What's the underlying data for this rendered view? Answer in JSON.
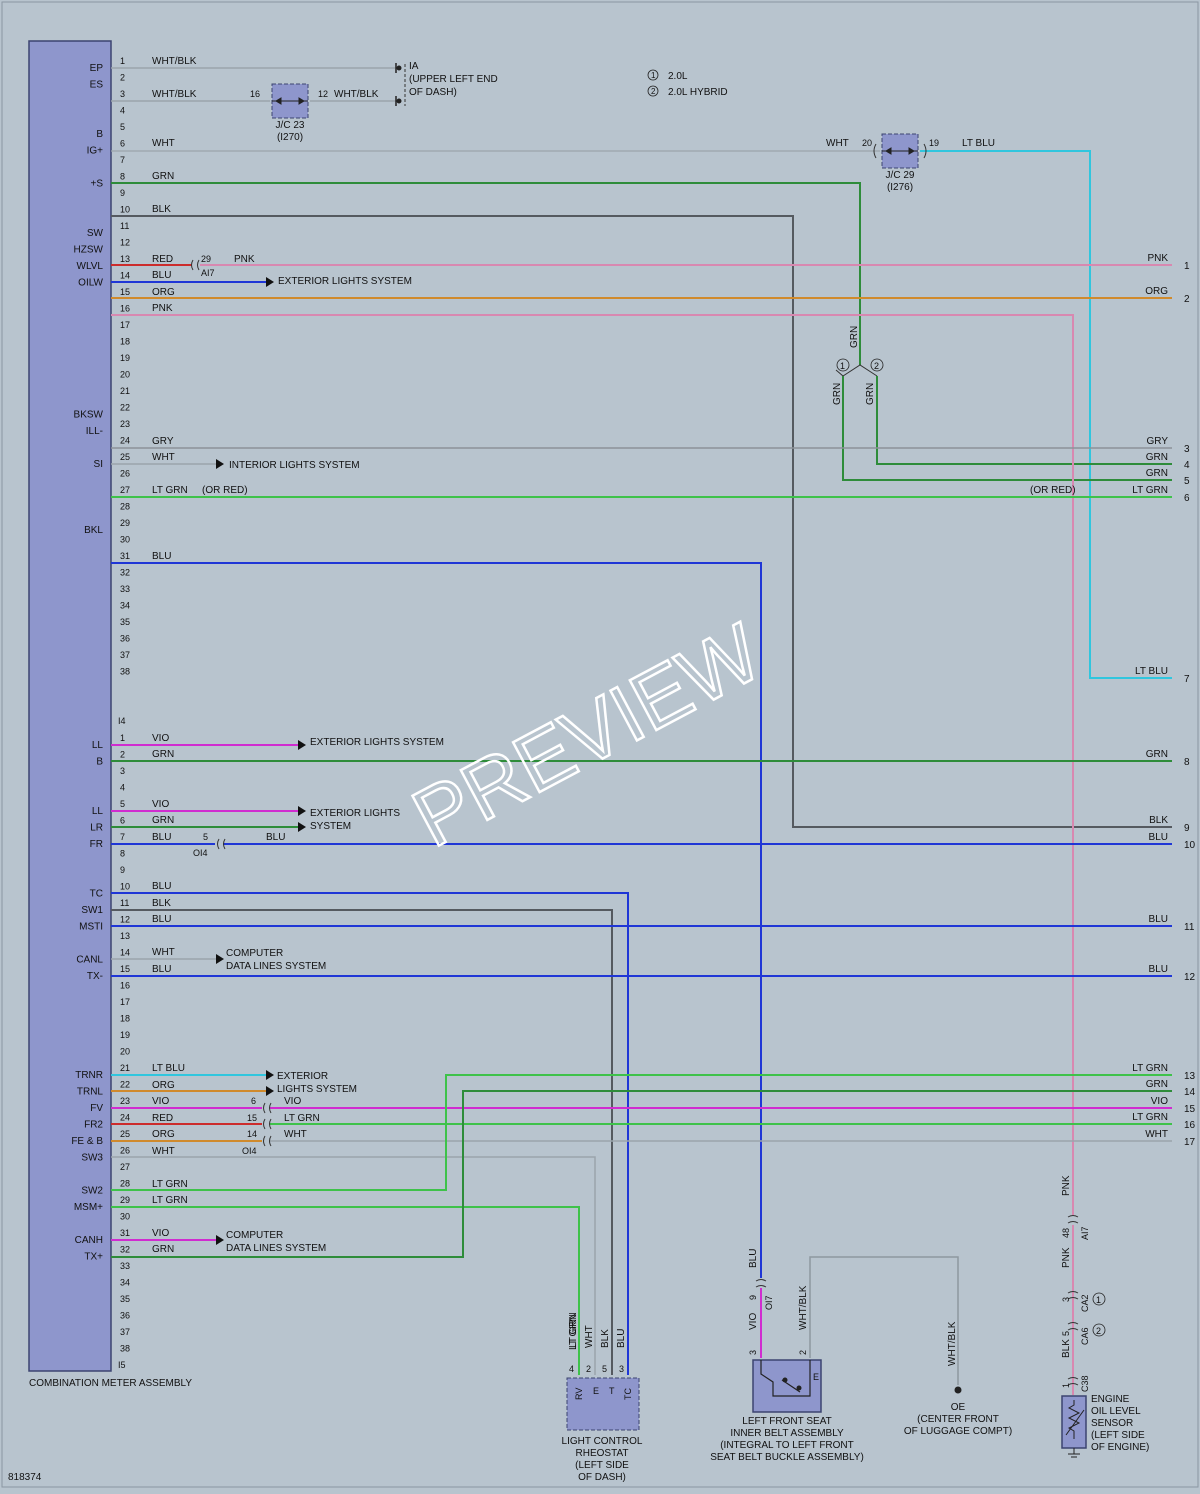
{
  "colors": {
    "background": "#b8c4ce",
    "component_fill": "#8e96cc",
    "component_stroke": "#3c4470",
    "WHT": "#9aa4ac",
    "BLK": "#555a60",
    "GRN": "#2e8c3a",
    "LT GRN": "#3ec24a",
    "RED": "#cc2c2c",
    "PNK": "#d888b0",
    "BLU": "#1f36d6",
    "LT BLU": "#30c6de",
    "ORG": "#d08a2c",
    "VIO": "#d02cd0",
    "GRY": "#8c9298",
    "WHT/BLK": "#8e989f"
  },
  "watermark": "PREVIEW",
  "diagram_id": "818374",
  "legend": [
    {
      "num": "1",
      "text": "2.0L"
    },
    {
      "num": "2",
      "text": "2.0L HYBRID"
    }
  ],
  "meter": {
    "name": "COMBINATION METER ASSEMBLY",
    "connector_labels": [
      "I4",
      "I5"
    ],
    "pins": [
      {
        "n": "1",
        "label": "EP"
      },
      {
        "n": "2",
        "label": "ES"
      },
      {
        "n": "3",
        "label": ""
      },
      {
        "n": "4",
        "label": ""
      },
      {
        "n": "5",
        "label": "B"
      },
      {
        "n": "6",
        "label": "IG+"
      },
      {
        "n": "7",
        "label": ""
      },
      {
        "n": "8",
        "label": "+S"
      },
      {
        "n": "9",
        "label": ""
      },
      {
        "n": "10",
        "label": ""
      },
      {
        "n": "11",
        "label": "SW"
      },
      {
        "n": "12",
        "label": "HZSW"
      },
      {
        "n": "13",
        "label": "WLVL"
      },
      {
        "n": "14",
        "label": "OILW"
      },
      {
        "n": "15",
        "label": ""
      },
      {
        "n": "16",
        "label": ""
      },
      {
        "n": "17",
        "label": ""
      },
      {
        "n": "18",
        "label": ""
      },
      {
        "n": "19",
        "label": ""
      },
      {
        "n": "20",
        "label": ""
      },
      {
        "n": "21",
        "label": ""
      },
      {
        "n": "22",
        "label": "BKSW"
      },
      {
        "n": "23",
        "label": "ILL-"
      },
      {
        "n": "24",
        "label": ""
      },
      {
        "n": "25",
        "label": "SI"
      },
      {
        "n": "26",
        "label": ""
      },
      {
        "n": "27",
        "label": ""
      },
      {
        "n": "28",
        "label": ""
      },
      {
        "n": "29",
        "label": "BKL"
      },
      {
        "n": "30",
        "label": ""
      },
      {
        "n": "31",
        "label": ""
      },
      {
        "n": "32",
        "label": ""
      },
      {
        "n": "33",
        "label": ""
      },
      {
        "n": "34",
        "label": ""
      },
      {
        "n": "35",
        "label": ""
      },
      {
        "n": "36",
        "label": ""
      },
      {
        "n": "37",
        "label": ""
      },
      {
        "n": "38",
        "label": ""
      },
      {
        "n": "1",
        "label": "LL"
      },
      {
        "n": "2",
        "label": "B"
      },
      {
        "n": "3",
        "label": ""
      },
      {
        "n": "4",
        "label": ""
      },
      {
        "n": "5",
        "label": "LL"
      },
      {
        "n": "6",
        "label": "LR"
      },
      {
        "n": "7",
        "label": "FR"
      },
      {
        "n": "8",
        "label": ""
      },
      {
        "n": "9",
        "label": ""
      },
      {
        "n": "10",
        "label": "TC"
      },
      {
        "n": "11",
        "label": "SW1"
      },
      {
        "n": "12",
        "label": "MSTI"
      },
      {
        "n": "13",
        "label": ""
      },
      {
        "n": "14",
        "label": "CANL"
      },
      {
        "n": "15",
        "label": "TX-"
      },
      {
        "n": "16",
        "label": ""
      },
      {
        "n": "17",
        "label": ""
      },
      {
        "n": "18",
        "label": ""
      },
      {
        "n": "19",
        "label": ""
      },
      {
        "n": "20",
        "label": ""
      },
      {
        "n": "21",
        "label": "TRNR"
      },
      {
        "n": "22",
        "label": "TRNL"
      },
      {
        "n": "23",
        "label": "FV"
      },
      {
        "n": "24",
        "label": "FR2"
      },
      {
        "n": "25",
        "label": "FE & B"
      },
      {
        "n": "26",
        "label": "SW3"
      },
      {
        "n": "27",
        "label": ""
      },
      {
        "n": "28",
        "label": "SW2"
      },
      {
        "n": "29",
        "label": "MSM+"
      },
      {
        "n": "30",
        "label": ""
      },
      {
        "n": "31",
        "label": "CANH"
      },
      {
        "n": "32",
        "label": "TX+"
      },
      {
        "n": "33",
        "label": ""
      },
      {
        "n": "34",
        "label": ""
      },
      {
        "n": "35",
        "label": ""
      },
      {
        "n": "36",
        "label": ""
      },
      {
        "n": "37",
        "label": ""
      },
      {
        "n": "38",
        "label": ""
      }
    ]
  },
  "wire_labels": [
    {
      "text": "WHT/BLK"
    },
    {
      "text": "WHT/BLK"
    },
    {
      "text": "WHT/BLK"
    },
    {
      "text": "WHT"
    },
    {
      "text": "GRN"
    },
    {
      "text": "BLK"
    },
    {
      "text": "RED"
    },
    {
      "text": "PNK"
    },
    {
      "text": "BLU"
    },
    {
      "text": "ORG"
    },
    {
      "text": "PNK"
    },
    {
      "text": "GRY"
    },
    {
      "text": "WHT"
    },
    {
      "text": "LT GRN"
    },
    {
      "text": "(OR RED)"
    },
    {
      "text": "BLU"
    },
    {
      "text": "VIO"
    },
    {
      "text": "GRN"
    },
    {
      "text": "VIO"
    },
    {
      "text": "GRN"
    },
    {
      "text": "BLU"
    },
    {
      "text": "BLU"
    },
    {
      "text": "BLU"
    },
    {
      "text": "BLK"
    },
    {
      "text": "BLU"
    },
    {
      "text": "WHT"
    },
    {
      "text": "BLU"
    },
    {
      "text": "LT BLU"
    },
    {
      "text": "ORG"
    },
    {
      "text": "VIO"
    },
    {
      "text": "VIO"
    },
    {
      "text": "RED"
    },
    {
      "text": "LT GRN"
    },
    {
      "text": "ORG"
    },
    {
      "text": "WHT"
    },
    {
      "text": "WHT"
    },
    {
      "text": "LT GRN"
    },
    {
      "text": "LT GRN"
    },
    {
      "text": "VIO"
    },
    {
      "text": "GRN"
    },
    {
      "text": "WHT"
    },
    {
      "text": "LT BLU"
    },
    {
      "text": "GRN"
    },
    {
      "text": "GRN"
    },
    {
      "text": "GRN"
    },
    {
      "text": "(OR RED)"
    },
    {
      "text": "LT GRN"
    },
    {
      "text": "BLU"
    },
    {
      "text": "VIO"
    },
    {
      "text": "WHT/BLK"
    },
    {
      "text": "WHT/BLK"
    },
    {
      "text": "PNK"
    },
    {
      "text": "PNK"
    },
    {
      "text": "BLK"
    },
    {
      "text": "LT GRN"
    },
    {
      "text": "WHT"
    },
    {
      "text": "BLK"
    },
    {
      "text": "BLU"
    }
  ],
  "splice_pins": [
    "29",
    "16",
    "12",
    "20",
    "19",
    "5",
    "6",
    "15",
    "14",
    "48",
    "9",
    "3",
    "2",
    "3",
    "5",
    "1"
  ],
  "connector_codes": [
    "AI7",
    "AI7",
    "OI4",
    "OI4",
    "OI7",
    "CA2",
    "CA6",
    "C38"
  ],
  "destinations": [
    {
      "text": "(UPPER LEFT END"
    },
    {
      "text": "OF DASH)"
    },
    {
      "text": "IA"
    },
    {
      "text": "EXTERIOR LIGHTS SYSTEM"
    },
    {
      "text": "INTERIOR LIGHTS SYSTEM"
    },
    {
      "text": "EXTERIOR LIGHTS SYSTEM"
    },
    {
      "text": "EXTERIOR LIGHTS"
    },
    {
      "text": "SYSTEM"
    },
    {
      "text": "COMPUTER"
    },
    {
      "text": "DATA LINES SYSTEM"
    },
    {
      "text": "EXTERIOR"
    },
    {
      "text": "LIGHTS SYSTEM"
    },
    {
      "text": "COMPUTER"
    },
    {
      "text": "DATA LINES SYSTEM"
    }
  ],
  "jc23": {
    "name": "J/C 23",
    "code": "(I270)"
  },
  "jc29": {
    "name": "J/C 29",
    "code": "(I276)"
  },
  "right_terms": [
    {
      "label": "PNK",
      "num": "1"
    },
    {
      "label": "ORG",
      "num": "2"
    },
    {
      "label": "GRY",
      "num": "3"
    },
    {
      "label": "GRN",
      "num": "4"
    },
    {
      "label": "GRN",
      "num": "5"
    },
    {
      "label": "LT GRN",
      "num": "6"
    },
    {
      "label": "LT BLU",
      "num": "7"
    },
    {
      "label": "GRN",
      "num": "8"
    },
    {
      "label": "BLK",
      "num": "9"
    },
    {
      "label": "BLU",
      "num": "10"
    },
    {
      "label": "BLU",
      "num": "11"
    },
    {
      "label": "BLU",
      "num": "12"
    },
    {
      "label": "LT GRN",
      "num": "13"
    },
    {
      "label": "GRN",
      "num": "14"
    },
    {
      "label": "VIO",
      "num": "15"
    },
    {
      "label": "LT GRN",
      "num": "16"
    },
    {
      "label": "WHT",
      "num": "17"
    }
  ],
  "rheostat": {
    "name_lines": [
      "LIGHT CONTROL",
      "RHEOSTAT",
      "(LEFT SIDE",
      "OF DASH)"
    ],
    "pin_names": [
      "RV",
      "E",
      "T",
      "TC"
    ],
    "pin_nums": [
      "4",
      "2",
      "5",
      "3"
    ]
  },
  "belt": {
    "name_lines": [
      "LEFT FRONT SEAT",
      "INNER BELT ASSEMBLY",
      "(INTEGRAL TO LEFT FRONT",
      "SEAT BELT BUCKLE ASSEMBLY)"
    ],
    "pin_e": "E"
  },
  "ground": {
    "name": "OE",
    "lines": [
      "(CENTER FRONT",
      "OF LUGGAGE COMPT)"
    ]
  },
  "oil_sensor": {
    "name_lines": [
      "ENGINE",
      "OIL LEVEL",
      "SENSOR",
      "(LEFT SIDE",
      "OF ENGINE)"
    ]
  },
  "inline_connector": {
    "pins": [
      "1",
      "2"
    ]
  }
}
